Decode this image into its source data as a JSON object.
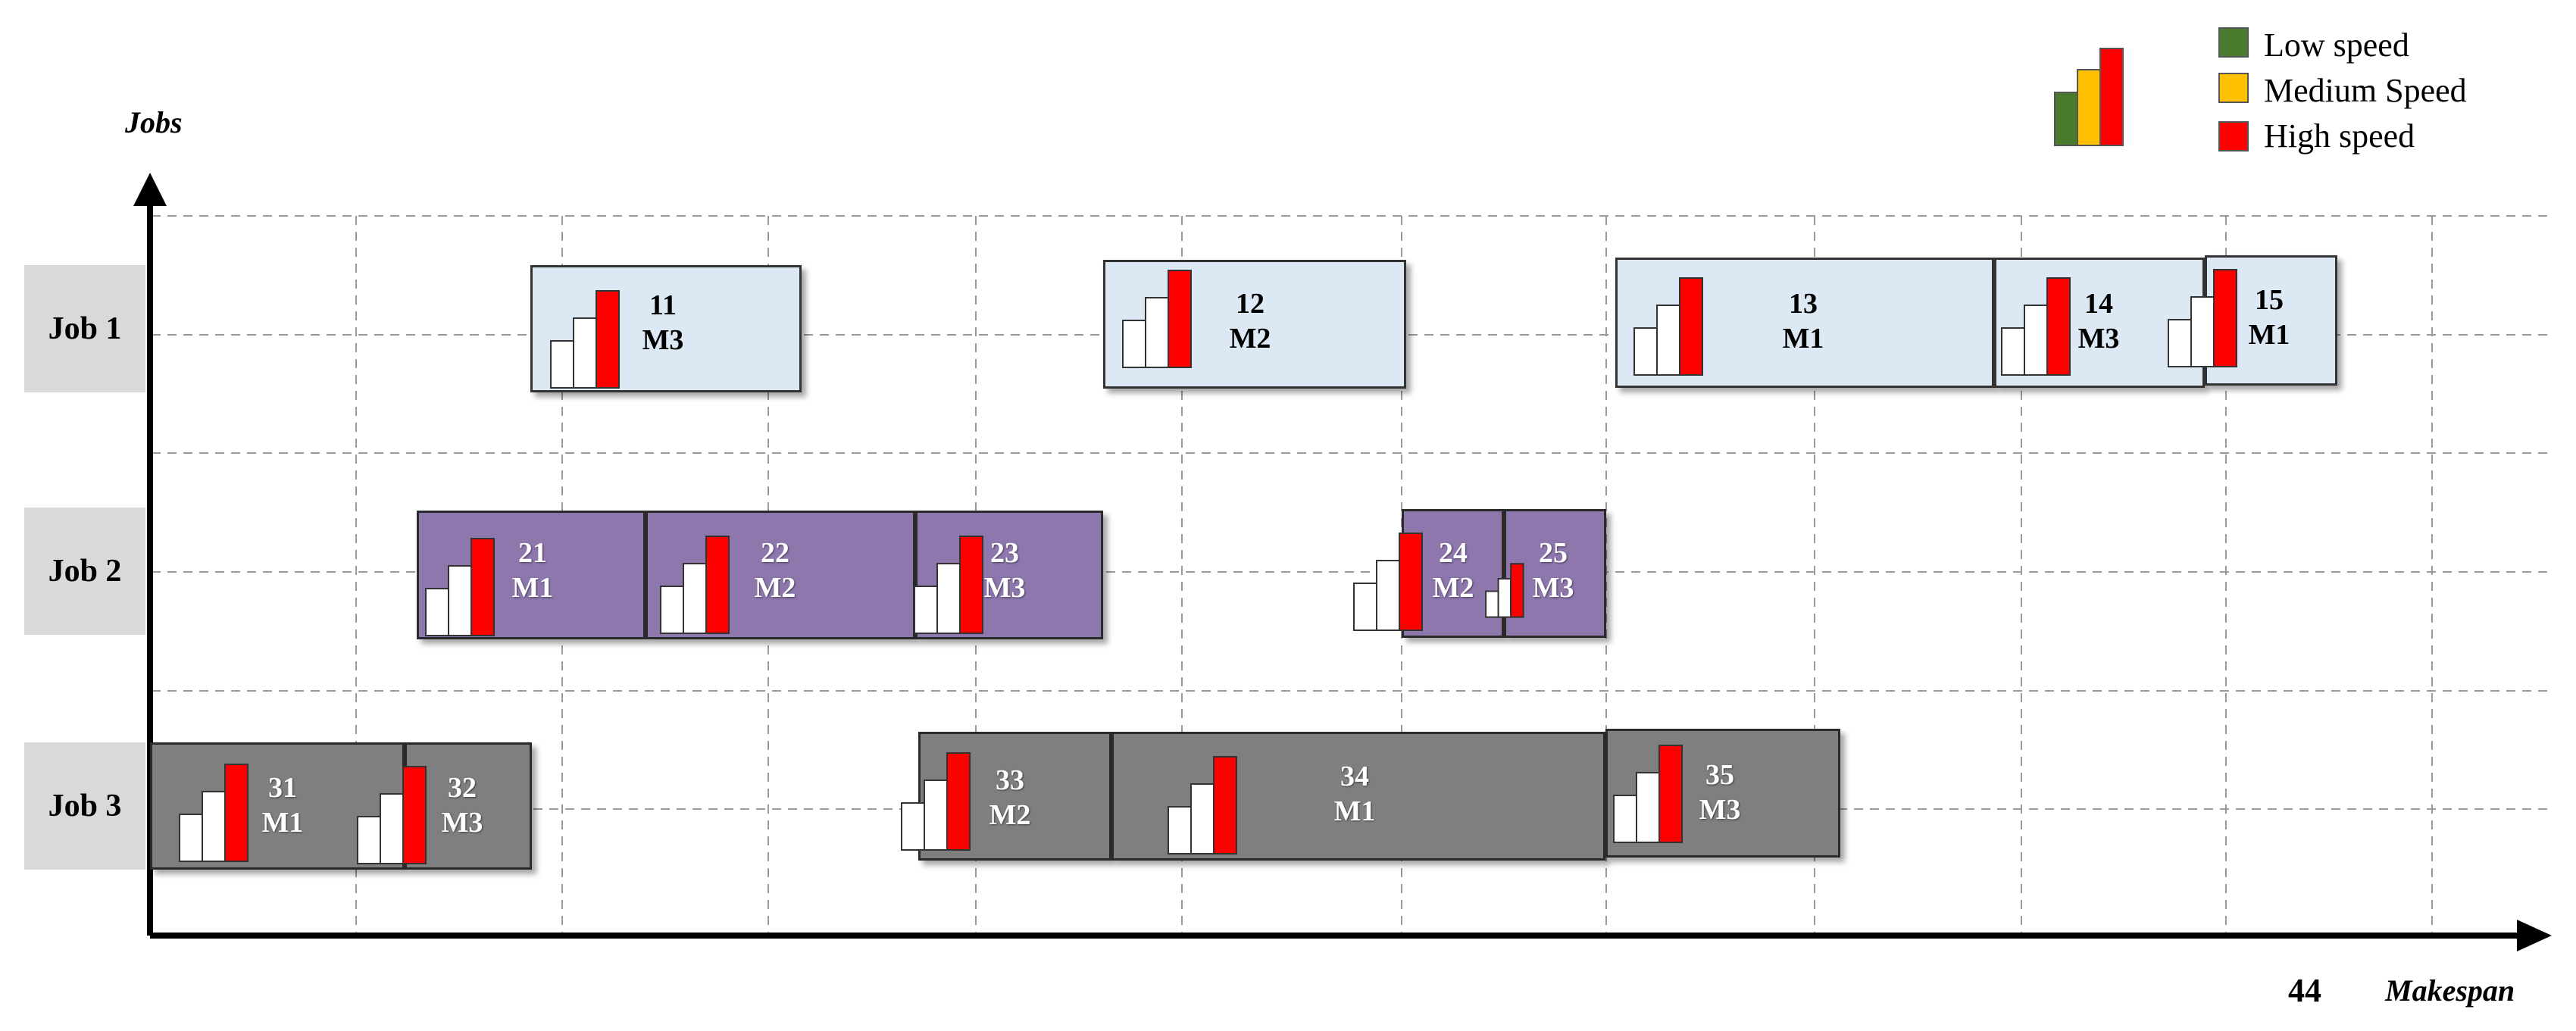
{
  "axes": {
    "y_title": "Jobs",
    "x_title": "Makespan",
    "makespan_value": "44"
  },
  "rows": [
    {
      "label": "Job 1"
    },
    {
      "label": "Job 2"
    },
    {
      "label": "Job 3"
    }
  ],
  "legend": [
    {
      "label": "Low speed",
      "color": "#4a7a2e"
    },
    {
      "label": "Medium Speed",
      "color": "#ffc000"
    },
    {
      "label": "High speed",
      "color": "#ff0000"
    }
  ],
  "job_colors": {
    "Job 1": "#dce9f5",
    "Job 2": "#8e77ad",
    "Job 3": "#7f7f7f"
  },
  "operations": [
    {
      "job": 1,
      "id": "11",
      "machine": "M3",
      "speed": "High speed"
    },
    {
      "job": 1,
      "id": "12",
      "machine": "M2",
      "speed": "High speed"
    },
    {
      "job": 1,
      "id": "13",
      "machine": "M1",
      "speed": "High speed"
    },
    {
      "job": 1,
      "id": "14",
      "machine": "M3",
      "speed": "High speed"
    },
    {
      "job": 1,
      "id": "15",
      "machine": "M1",
      "speed": "High speed"
    },
    {
      "job": 2,
      "id": "21",
      "machine": "M1",
      "speed": "High speed"
    },
    {
      "job": 2,
      "id": "22",
      "machine": "M2",
      "speed": "High speed"
    },
    {
      "job": 2,
      "id": "23",
      "machine": "M3",
      "speed": "High speed"
    },
    {
      "job": 2,
      "id": "24",
      "machine": "M2",
      "speed": "High speed"
    },
    {
      "job": 2,
      "id": "25",
      "machine": "M3",
      "speed": "High speed"
    },
    {
      "job": 3,
      "id": "31",
      "machine": "M1",
      "speed": "High speed"
    },
    {
      "job": 3,
      "id": "32",
      "machine": "M3",
      "speed": "High speed"
    },
    {
      "job": 3,
      "id": "33",
      "machine": "M2",
      "speed": "High speed"
    },
    {
      "job": 3,
      "id": "34",
      "machine": "M1",
      "speed": "High speed"
    },
    {
      "job": 3,
      "id": "35",
      "machine": "M3",
      "speed": "High speed"
    }
  ]
}
